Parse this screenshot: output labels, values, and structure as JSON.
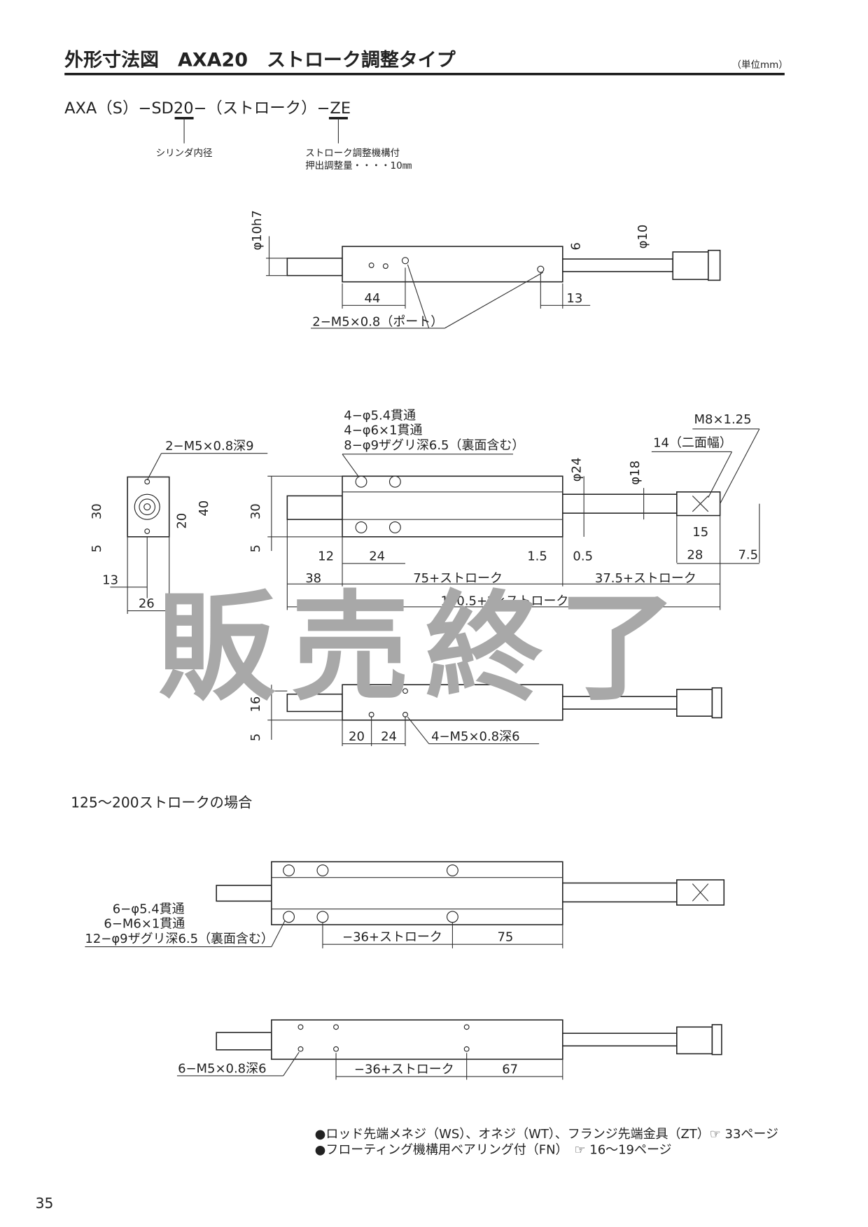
{
  "header": {
    "title": "外形寸法図　AXA20　ストローク調整タイプ",
    "unit": "（単位mm）"
  },
  "model": {
    "code": "AXA（S）−SD20−（ストローク）−ZE",
    "bore_label": "シリンダ内径",
    "ze_label_1": "ストローク調整機構付",
    "ze_label_2": "押出調整量・・・・10㎜"
  },
  "view_top": {
    "rod_dia": "φ10h7",
    "dim_6": "6",
    "rod_dia2": "φ10",
    "dim_44": "44",
    "dim_13": "13",
    "port": "2−M5×0.8（ポート）"
  },
  "view_end": {
    "tap": "2−M5×0.8深9",
    "dim_30": "30",
    "dim_5": "5",
    "dim_20": "20",
    "dim_40": "40",
    "dim_13": "13",
    "dim_26": "26"
  },
  "view_side": {
    "holes_1": "4−φ5.4貫通",
    "holes_2": "4−φ6×1貫通",
    "holes_3": "8−φ9ザグリ深6.5（裏面含む）",
    "thread": "M8×1.25",
    "across_flats": "14（二面幅）",
    "dia_24": "φ24",
    "dia_18": "φ18",
    "dim_30": "30",
    "dim_5": "5",
    "dim_12": "12",
    "dim_24": "24",
    "dim_1_5": "1.5",
    "dim_0_5": "0.5",
    "dim_15": "15",
    "dim_28": "28",
    "dim_7_5": "7.5",
    "dim_38": "38",
    "dim_75s": "75+ストローク",
    "dim_37_5s": "37.5+ストローク",
    "dim_total": "150.5+2×ストローク"
  },
  "view_bottom": {
    "dim_16": "16",
    "dim_5": "5",
    "dim_20": "20",
    "dim_24": "24",
    "tap": "4−M5×0.8深6"
  },
  "long_stroke": {
    "heading": "125～200ストロークの場合",
    "holes_1": "6−φ5.4貫通",
    "holes_2": "6−M6×1貫通",
    "holes_3": "12−φ9ザグリ深6.5（裏面含む）",
    "dim_36s": "−36+ストローク",
    "dim_75": "75",
    "tap": "6−M5×0.8深6",
    "dim_36s_b": "−36+ストローク",
    "dim_67": "67"
  },
  "notes": [
    "●ロッド先端メネジ（WS）、オネジ（WT）、フランジ先端金具（ZT）☞ 33ページ",
    "●フローティング機構用ベアリング付（FN）　☞ 16～19ページ"
  ],
  "watermark": "販売終了",
  "page_number": "35"
}
